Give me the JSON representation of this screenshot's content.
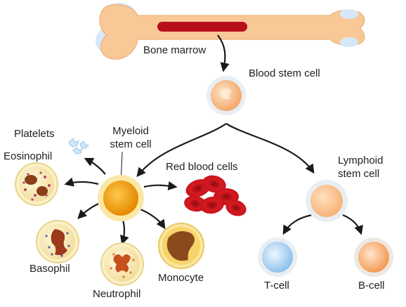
{
  "labels": {
    "bone_marrow": "Bone marrow",
    "blood_stem_cell": "Blood stem cell",
    "myeloid_line1": "Myeloid",
    "myeloid_line2": "stem cell",
    "platelets": "Platelets",
    "eosinophil": "Eosinophil",
    "red_blood_cells": "Red blood cells",
    "lymphoid_line1": "Lymphoid",
    "lymphoid_line2": "stem cell",
    "basophil": "Basophil",
    "neutrophil": "Neutrophil",
    "monocyte": "Monocyte",
    "t_cell": "T-cell",
    "b_cell": "B-cell"
  },
  "colors": {
    "bone": "#f8c896",
    "marrow": "#b80f1c",
    "cartilage": "#d6e8f8",
    "arrow": "#1a1a1a",
    "stem_cell": "#f4a86a",
    "myeloid": "#f2a51c",
    "lymphoid": "#f9c693",
    "t_cell": "#a9d2f2",
    "b_cell": "#f8ae6e",
    "rbc": "#d0161c",
    "monocyte_nucleus": "#8a4a1c"
  }
}
